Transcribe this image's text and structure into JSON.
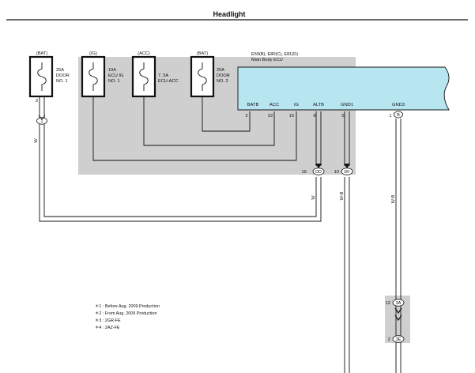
{
  "page": {
    "title": "Headlight"
  },
  "fuses": [
    {
      "source": "(BAT)",
      "rating": "25A",
      "name_lines": [
        "DOOR",
        "NO. 1"
      ]
    },
    {
      "source": "(IG)",
      "rating": "10A",
      "name_lines": [
        "ECU IG",
        "NO. 1"
      ]
    },
    {
      "source": "(ACC)",
      "rating": "7. 5A",
      "name_lines": [
        "ECU-ACC"
      ]
    },
    {
      "source": "(BAT)",
      "rating": "25A",
      "name_lines": [
        "DOOR",
        "NO. 2"
      ]
    }
  ],
  "fuse1_pin": "2",
  "ecu": {
    "ref": "E59(B), E80(C), E81(D)",
    "name": "Main Body ECU",
    "pins": [
      {
        "label": "BATB",
        "num": "2"
      },
      {
        "label": "ACC",
        "num": "22"
      },
      {
        "label": "IG",
        "num": "15"
      },
      {
        "label": "ALTB",
        "num": "6"
      },
      {
        "label": "GND1",
        "num": "5"
      },
      {
        "label": "GND3",
        "num": "1",
        "conn": "B"
      }
    ]
  },
  "connectors": {
    "c1": {
      "id": "1"
    },
    "dd": {
      "id": "DD",
      "pin": "16"
    },
    "df": {
      "id": "DF",
      "pin": "10"
    },
    "c3a": {
      "id": "3A",
      "pin": "12"
    },
    "c3e": {
      "id": "3E",
      "pin": "2"
    }
  },
  "wires": {
    "w_left": "W",
    "w_mid": "W",
    "wb_df": "W-B",
    "wb_gnd3": "W-B"
  },
  "notes": [
    "＊1 : Before Aug. 2009 Production",
    "＊2 : From Aug. 2009 Production",
    "＊3 : 2GR-FE",
    "＊4 : 2AZ-FE"
  ],
  "colors": {
    "ecu_fill": "#b8e6f0",
    "junction_fill": "#cfcfcf",
    "wire": "#111111"
  }
}
